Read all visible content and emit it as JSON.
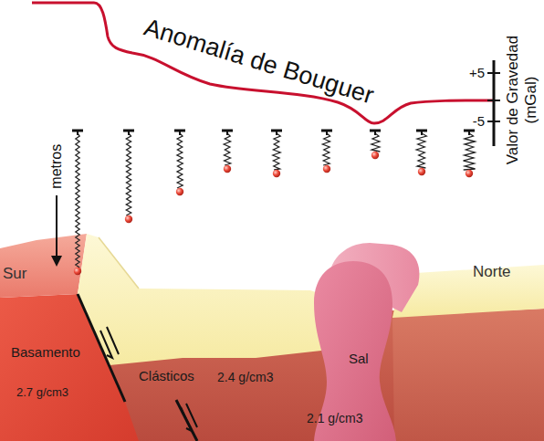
{
  "diagram": {
    "labels": [
      "Anomalía de Bouguer",
      "+5",
      "-5",
      "Valor de Gravedad (mGal)",
      "metros",
      "Sur",
      "Norte",
      "Basamento",
      "2.7 g/cm3",
      "Clásticos",
      "2.4 g/cm3",
      "Sal",
      "2.1 g/cm3"
    ]
  }
}
